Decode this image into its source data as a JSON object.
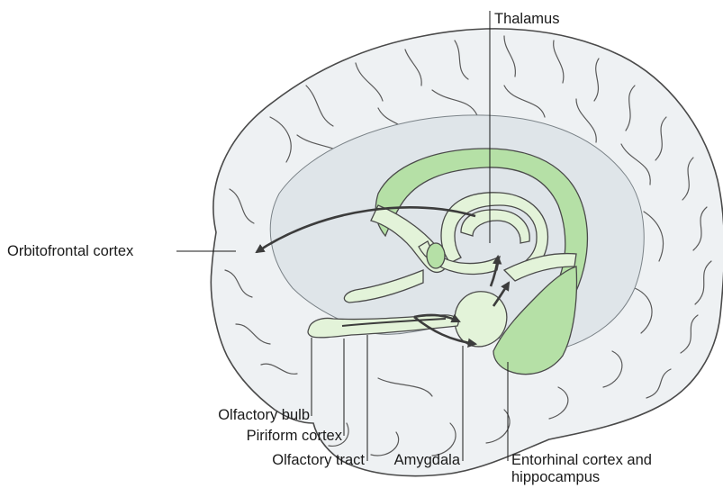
{
  "labels": {
    "thalamus": "Thalamus",
    "orbitofrontal": "Orbitofrontal cortex",
    "olfactory_bulb": "Olfactory bulb",
    "piriform": "Piriform cortex",
    "olfactory_tract": "Olfactory tract",
    "amygdala": "Amygdala",
    "entorhinal_line1": "Entorhinal cortex and",
    "entorhinal_line2": "hippocampus"
  },
  "colors": {
    "brain_fill": "#eef1f3",
    "inner_fill": "#dfe5e9",
    "outline": "#4a4a4a",
    "limbic_green": "#b5e0a6",
    "limbic_light": "#e3f3d9",
    "arrow": "#3c3c3c"
  }
}
